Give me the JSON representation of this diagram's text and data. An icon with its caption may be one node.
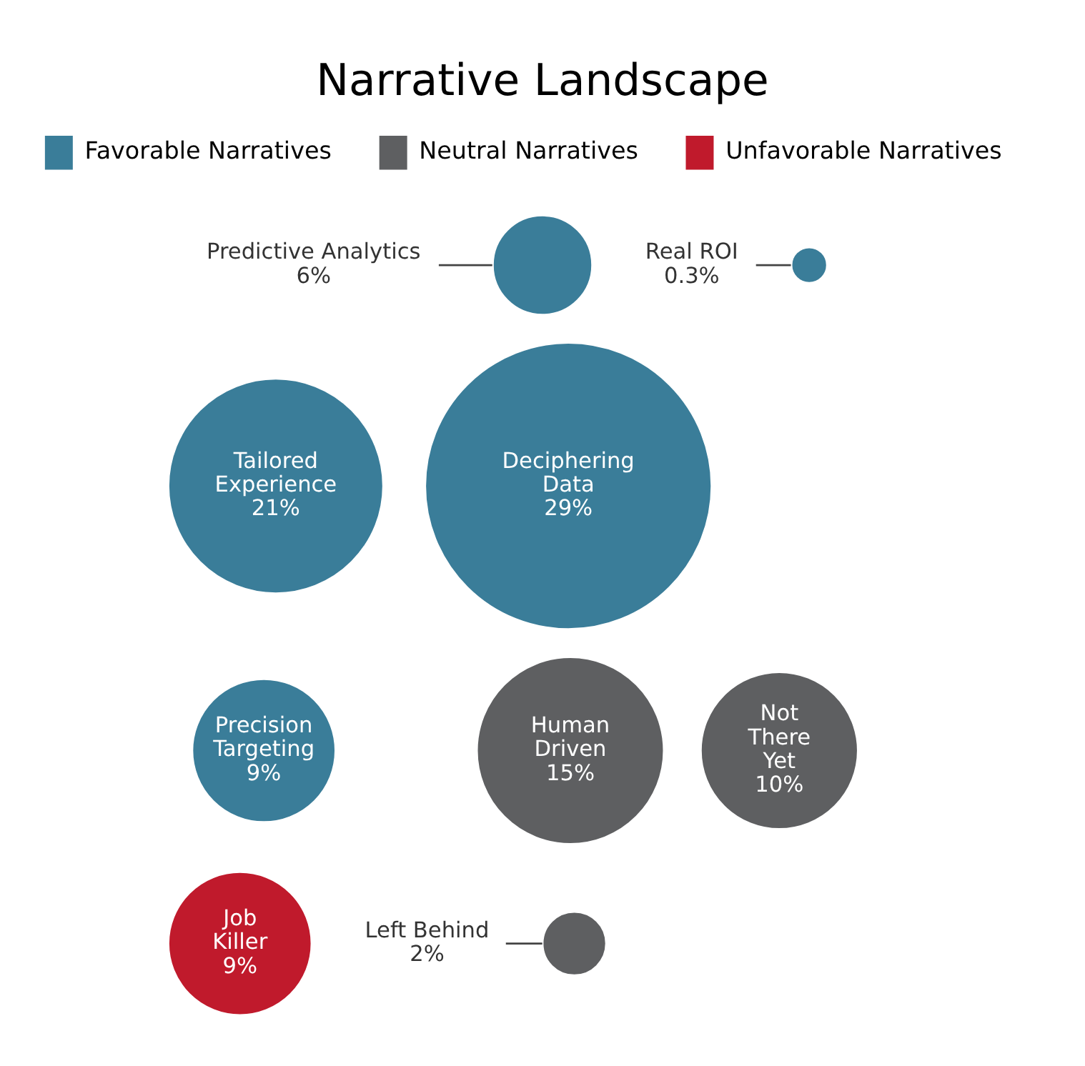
{
  "diagram": {
    "title": "Narrative Landscape",
    "nodes": [
      {
        "text": [
          "Predictive Analytics",
          "6%"
        ]
      },
      {
        "text": [],
        "shape": "circle"
      },
      {
        "text": [
          "Tailored Experience",
          "21%"
        ]
      },
      {
        "text": [
          "Deciphering Data",
          "29%"
        ]
      },
      {
        "text": [],
        "shape": "circle"
      },
      {
        "text": [
          "Real ROI",
          "0.3%"
        ]
      },
      {
        "text": [
          "Precision Targeting",
          "9%"
        ]
      },
      {
        "text": [
          "Human Driven",
          "15%"
        ]
      },
      {
        "text": [
          "Not There Yet",
          "10%"
        ]
      },
      {
        "text": [
          "Job Killer",
          "9%"
        ]
      },
      {
        "text": [],
        "shape": "circle"
      },
      {
        "text": [
          "Left Behind",
          "2%"
        ]
      }
    ],
    "edges": [
      {
        "from": 0,
        "to": 1,
        "arrow": "none"
      },
      {
        "from": 5,
        "to": 4,
        "arrow": "none"
      },
      {
        "from": 11,
        "to": 10,
        "arrow": "none"
      }
    ],
    "legend": [
      {
        "text": "Favorable Narratives",
        "color": "#3a7d99"
      },
      {
        "text": "Neutral Narratives",
        "color": "#5e5f61"
      },
      {
        "text": "Unfavorable Narratives",
        "color": "#c01a2c"
      }
    ]
  }
}
